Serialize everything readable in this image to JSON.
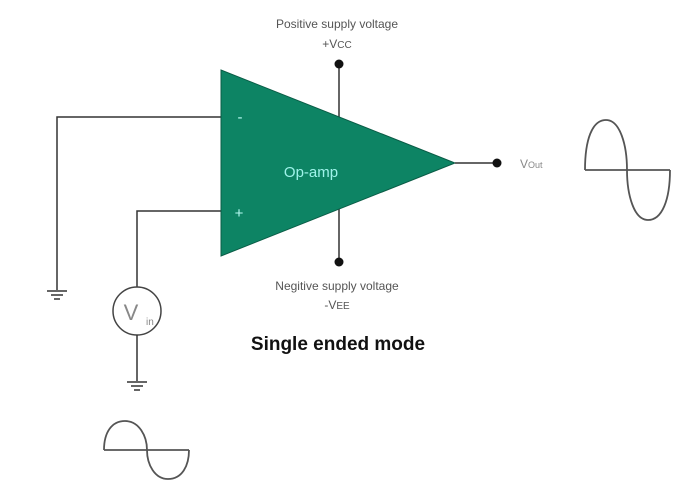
{
  "diagram": {
    "title": "Single ended mode",
    "opamp": {
      "label": "Op-amp",
      "fill_color": "#0d8464",
      "inverting_input": "-",
      "non_inverting_input": "+"
    },
    "positive_supply": {
      "label": "Positive supply voltage",
      "symbol_main": "+V",
      "symbol_sub": "CC"
    },
    "negative_supply": {
      "label": "Negitive supply voltage",
      "symbol_main": "-V",
      "symbol_sub": "EE"
    },
    "output": {
      "symbol_main": "V",
      "symbol_sub": "Out"
    },
    "input_source": {
      "symbol_main": "V",
      "symbol_sub": "in"
    },
    "icons": {
      "ground_inverting": "ground-icon",
      "ground_source": "ground-icon",
      "input_waveform": "sine-wave-icon",
      "output_waveform": "sine-wave-icon"
    }
  }
}
